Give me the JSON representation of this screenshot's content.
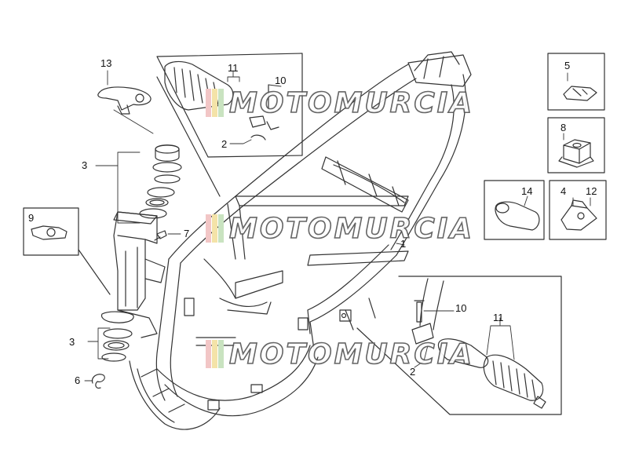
{
  "watermark": {
    "text": "MOTOMURCIA"
  },
  "parts": {
    "p1": "1",
    "p2_top": "2",
    "p2_bottom": "2",
    "p3_top": "3",
    "p3_bottom": "3",
    "p4": "4",
    "p5": "5",
    "p6": "6",
    "p7": "7",
    "p8": "8",
    "p9": "9",
    "p10_top": "10",
    "p10_bottom": "10",
    "p11_top": "11",
    "p11_bottom": "11",
    "p12": "12",
    "p13": "13",
    "p14": "14"
  },
  "colors": {
    "line": "#333333",
    "watermark_stroke": "#555555"
  }
}
